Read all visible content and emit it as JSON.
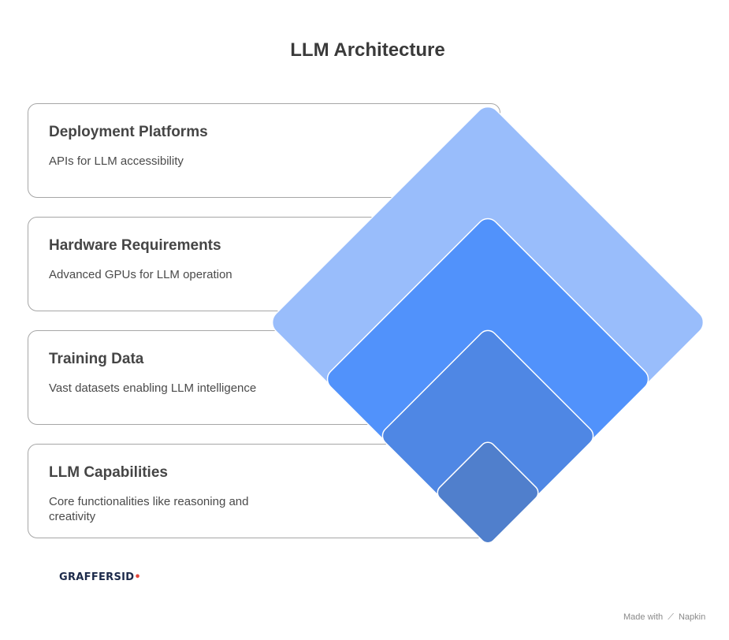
{
  "title": "LLM Architecture",
  "layers": [
    {
      "title": "Deployment Platforms",
      "description": "APIs for LLM accessibility",
      "color": "#99bdfb"
    },
    {
      "title": "Hardware Requirements",
      "description": "Advanced GPUs for LLM operation",
      "color": "#5192fb"
    },
    {
      "title": "Training Data",
      "description": "Vast datasets enabling LLM intelligence",
      "color": "#4f87e4"
    },
    {
      "title": "LLM Capabilities",
      "description": "Core functionalities like reasoning and creativity",
      "color": "#507fcc"
    }
  ],
  "logo": {
    "name": "GRAFFERSID"
  },
  "footer": {
    "made_with": "Made with",
    "brand": "Napkin",
    "icon": "napkin-icon"
  }
}
